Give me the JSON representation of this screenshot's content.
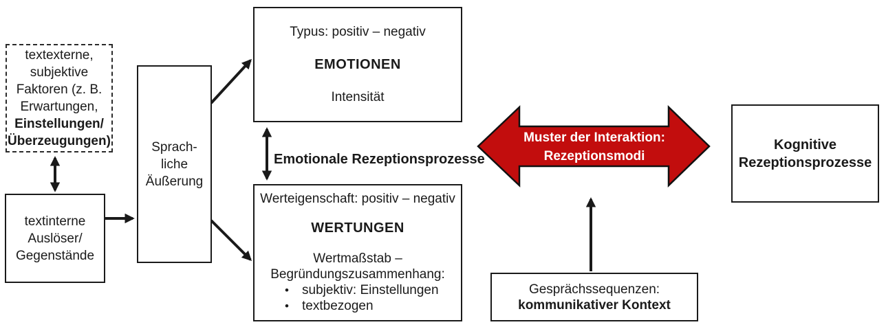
{
  "colors": {
    "line": "#1a1a1a",
    "red_arrow_fill": "#C20D0D",
    "red_arrow_stroke": "#111111",
    "red_arrow_text": "#ffffff"
  },
  "diagram": {
    "dashed_box": {
      "lines": [
        "textexterne,",
        "subjektive",
        "Faktoren (z. B.",
        "Erwartungen,",
        "Einstellungen/",
        "Überzeugungen)"
      ]
    },
    "textinterne_box": {
      "lines": [
        "textinterne",
        "Auslöser/",
        "Gegenstände"
      ]
    },
    "sprachliche_box": {
      "lines": [
        "Sprach-",
        "liche",
        "Äußerung"
      ]
    },
    "emotionen_box": {
      "typus": "Typus: positiv – negativ",
      "title": "EMOTIONEN",
      "intensitaet": "Intensität"
    },
    "emotional_label": "Emotionale Rezeptionsprozesse",
    "wertungen_box": {
      "property": "Werteigenschaft: positiv – negativ",
      "title": "WERTUNGEN",
      "scale": "Wertmaßstab –",
      "justification": "Begründungszusammenhang:",
      "bullet_glyph": "•",
      "bullets": [
        "subjektiv: Einstellungen",
        "textbezogen"
      ]
    },
    "red_arrow": {
      "line1": "Muster der Interaktion:",
      "line2": "Rezeptionsmodi"
    },
    "kognitive_box": {
      "lines": [
        "Kognitive",
        "Rezeptionsprozesse"
      ]
    },
    "gespraech_box": {
      "line1": "Gesprächssequenzen:",
      "line2": "kommunikativer Kontext"
    }
  }
}
